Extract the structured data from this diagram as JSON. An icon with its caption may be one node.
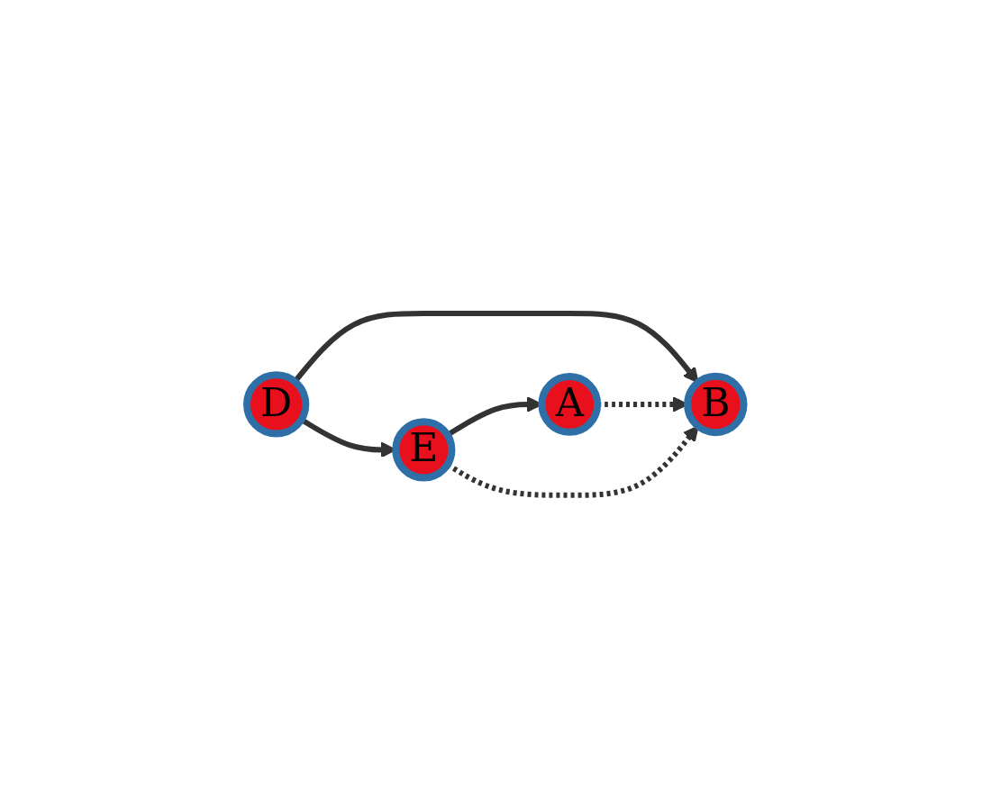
{
  "diagram": {
    "nodes": [
      {
        "text": [
          "A"
        ]
      },
      {
        "text": [
          "B"
        ]
      },
      {
        "text": [
          "D"
        ]
      },
      {
        "text": [
          "E"
        ]
      }
    ],
    "edges": [
      {
        "from": 0,
        "to": 1,
        "arrow": "to",
        "style": "dashed"
      },
      {
        "from": 3,
        "to": 0,
        "arrow": "to"
      },
      {
        "from": 2,
        "to": 1,
        "arrow": "to"
      },
      {
        "from": 2,
        "to": 3,
        "arrow": "to"
      },
      {
        "from": 3,
        "to": 1,
        "arrow": "to",
        "style": "dashed"
      }
    ]
  }
}
